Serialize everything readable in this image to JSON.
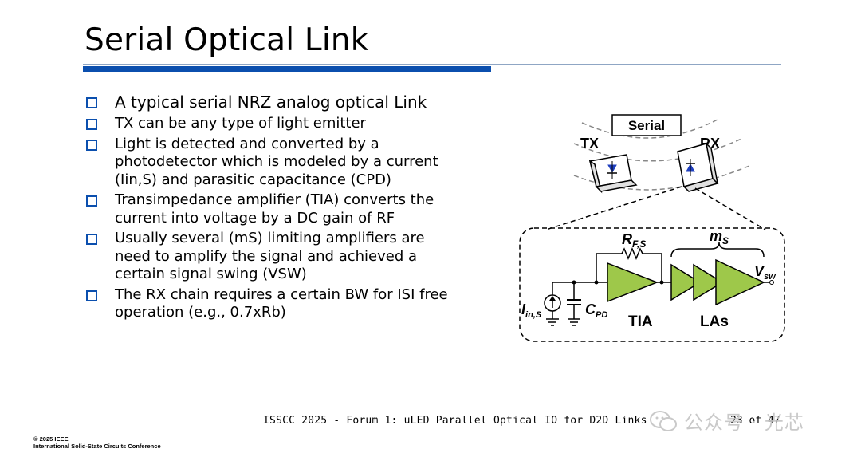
{
  "slide": {
    "title": "Serial Optical Link",
    "bullets": [
      "A typical serial NRZ analog optical Link",
      "TX can be any type of light emitter",
      "Light is detected and converted by a photodetector which is modeled by a current (Iin,S) and parasitic capacitance (CPD)",
      "Transimpedance amplifier (TIA) converts the current into voltage by a DC gain of RF",
      "Usually several (mS) limiting amplifiers are need to amplify the signal and achieved a certain signal swing (VSW)",
      "The RX chain requires a certain BW for ISI free operation (e.g., 0.7xRb)"
    ]
  },
  "diagram": {
    "serial_label": "Serial",
    "tx_label": "TX",
    "rx_label": "RX",
    "rf_label": "R",
    "rf_sub": "F,S",
    "ms_label": "m",
    "ms_sub": "S",
    "vsw_label": "V",
    "vsw_sub": "sw",
    "iin_label": "I",
    "iin_sub": "in,S",
    "cpd_label": "C",
    "cpd_sub": "PD",
    "tia_label": "TIA",
    "las_label": "LAs"
  },
  "footer": {
    "text": "ISSCC 2025 - Forum 1: uLED Parallel Optical IO for D2D Links",
    "page": "23 of 47",
    "copyright_line1": "© 2025 IEEE",
    "copyright_line2": "International Solid-State Circuits Conference"
  },
  "watermark": {
    "text": "公众号 · 光芯"
  },
  "colors": {
    "accent": "#0b4fae",
    "rule": "#8fa6c4",
    "diode": "#1f3fbf"
  }
}
